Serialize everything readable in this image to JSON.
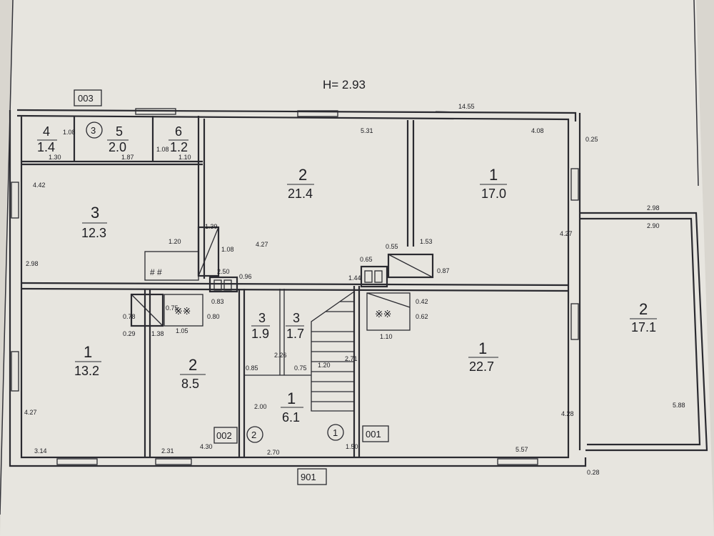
{
  "height_label": "H= 2.93",
  "overall_dim": "14.55",
  "tags": {
    "top": "003",
    "bottom": "901",
    "left": "002",
    "right": "001"
  },
  "circled": {
    "c3": "3",
    "c2": "2",
    "c1": "1"
  },
  "rooms": {
    "r4": {
      "num": "4",
      "area": "1.4"
    },
    "r5": {
      "num": "5",
      "area": "2.0"
    },
    "r6": {
      "num": "6",
      "area": "1.2"
    },
    "r3_left": {
      "num": "3",
      "area": "12.3"
    },
    "r2_top": {
      "num": "2",
      "area": "21.4"
    },
    "r1_topright": {
      "num": "1",
      "area": "17.0"
    },
    "r1_left": {
      "num": "1",
      "area": "13.2"
    },
    "r2_mid": {
      "num": "2",
      "area": "8.5"
    },
    "r3_a": {
      "num": "3",
      "area": "1.9"
    },
    "r3_b": {
      "num": "3",
      "area": "1.7"
    },
    "r1_hall": {
      "num": "1",
      "area": "6.1"
    },
    "r1_big": {
      "num": "1",
      "area": "22.7"
    },
    "r2_veranda": {
      "num": "2",
      "area": "17.1"
    }
  },
  "dims": {
    "d531": "5.31",
    "d408": "4.08",
    "d025": "0.25",
    "d442": "4.42",
    "d130": "1.30",
    "d187": "1.87",
    "d110a": "1.10",
    "d108a": "1.08",
    "d108b": "1.08",
    "d120a": "1.20",
    "d139": "1.39",
    "d108c": "1.08",
    "d427a": "4.27",
    "d298": "2.98",
    "d250": "2.50",
    "d083": "0.83",
    "d096": "0.96",
    "d055": "0.55",
    "d153": "1.53",
    "d065": "0.65",
    "d087": "0.87",
    "d427b": "4.27",
    "d298v": "2.98",
    "d290": "2.90",
    "d078": "0.78",
    "d029": "0.29",
    "d138": "1.38",
    "d075": "0.75",
    "d105": "1.05",
    "d080": "0.80",
    "d226": "2.26",
    "d085": "0.85",
    "d075b": "0.75",
    "d120b": "1.20",
    "d271": "2.71",
    "d062": "0.62",
    "d042": "0.42",
    "d110b": "1.10",
    "d427c": "4.27",
    "d314": "3.14",
    "d231": "2.31",
    "d430": "4.30",
    "d200": "2.00",
    "d270": "2.70",
    "d150": "1.50",
    "d557": "5.57",
    "d428": "4.28",
    "d588": "5.88",
    "d028": "0.28",
    "d144": "1.44"
  }
}
